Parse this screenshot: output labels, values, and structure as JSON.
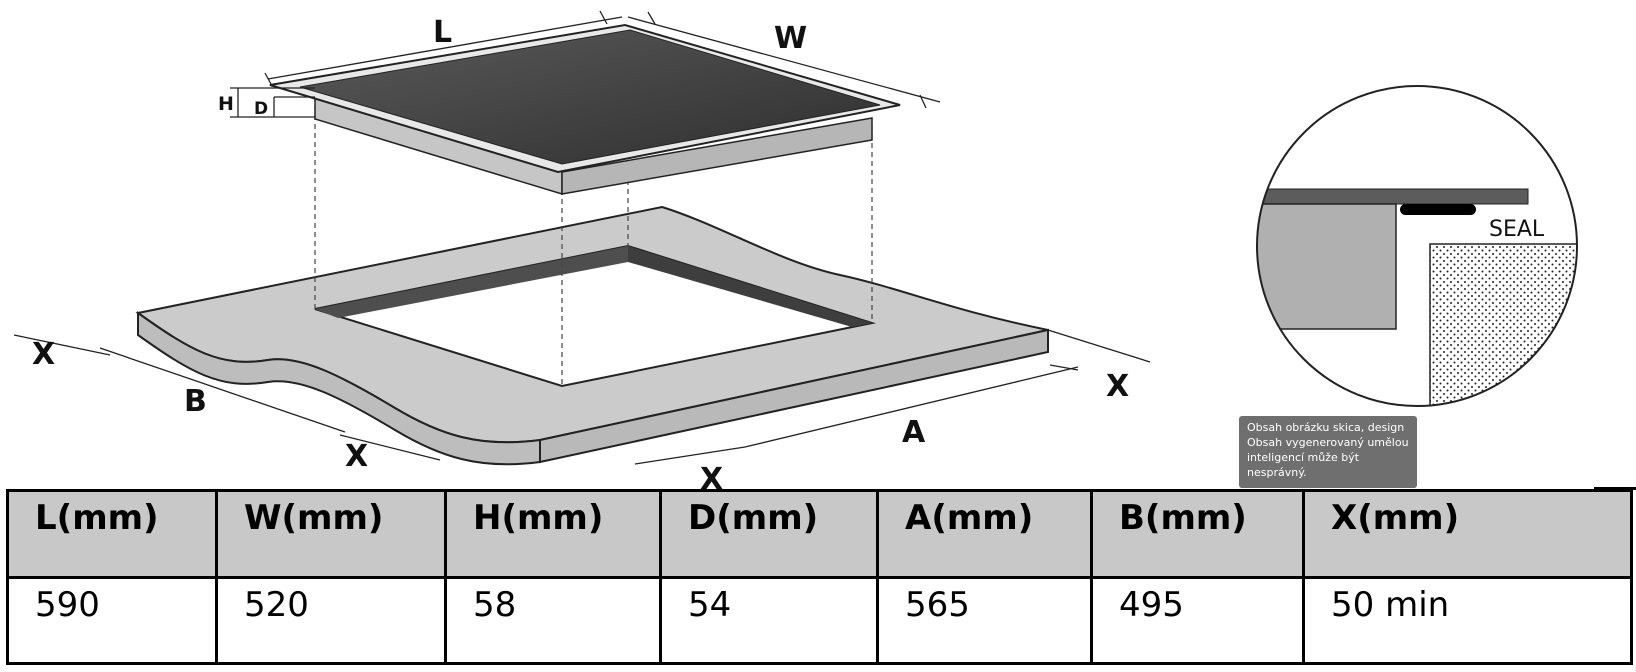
{
  "diagram": {
    "labels": {
      "L": "L",
      "W": "W",
      "H": "H",
      "D": "D",
      "B": "B",
      "A": "A",
      "X_left": "X",
      "X_right": "X",
      "X_bottom_left": "X",
      "X_bottom": "X"
    },
    "detail": {
      "seal_label": "SEAL"
    },
    "colors": {
      "glass": "#3a3a3a",
      "frame": "#c4c4c4",
      "counter": "#cccccc",
      "cutout_edge": "#4e4e4e",
      "steel": "#5c5c5c"
    }
  },
  "notice": {
    "lines": [
      "Obsah obrázku skica, design",
      "Obsah vygenerovaný umělou",
      "inteligencí může být",
      "nesprávný."
    ]
  },
  "table": {
    "headers": [
      "L(mm)",
      "W(mm)",
      "H(mm)",
      "D(mm)",
      "A(mm)",
      "B(mm)",
      "X(mm)"
    ],
    "values": [
      "590",
      "520",
      "58",
      "54",
      "565",
      "495",
      "50 min"
    ]
  }
}
